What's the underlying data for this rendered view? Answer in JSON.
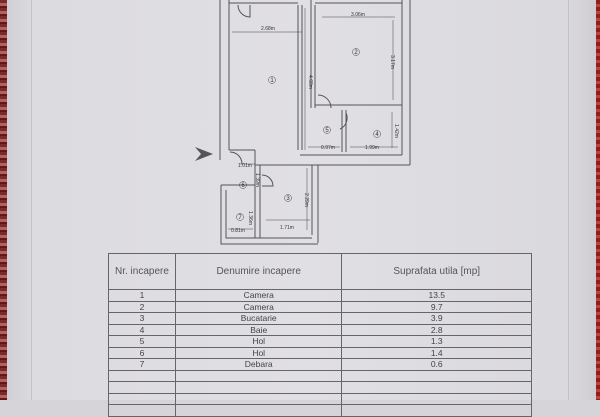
{
  "floor_plan": {
    "room_numbers": [
      "1",
      "2",
      "3",
      "4",
      "5",
      "6",
      "7"
    ],
    "dimensions": [
      "2.68m",
      "3.06m",
      "4.68m",
      "3.17m",
      "1.42m",
      "0.97m",
      "1.99m",
      "1.01m",
      "1.39m",
      "2.29m",
      "1.71m",
      "0.81m",
      "1.36m"
    ]
  },
  "table": {
    "headers": [
      "Nr. incapere",
      "Denumire incapere",
      "Suprafata utila [mp]"
    ],
    "rows": [
      {
        "nr": "1",
        "name": "Camera",
        "area": "13.5"
      },
      {
        "nr": "2",
        "name": "Camera",
        "area": "9.7"
      },
      {
        "nr": "3",
        "name": "Bucatarie",
        "area": "3.9"
      },
      {
        "nr": "4",
        "name": "Baie",
        "area": "2.8"
      },
      {
        "nr": "5",
        "name": "Hol",
        "area": "1.3"
      },
      {
        "nr": "6",
        "name": "Hol",
        "area": "1.4"
      },
      {
        "nr": "7",
        "name": "Debara",
        "area": "0.6"
      }
    ]
  }
}
